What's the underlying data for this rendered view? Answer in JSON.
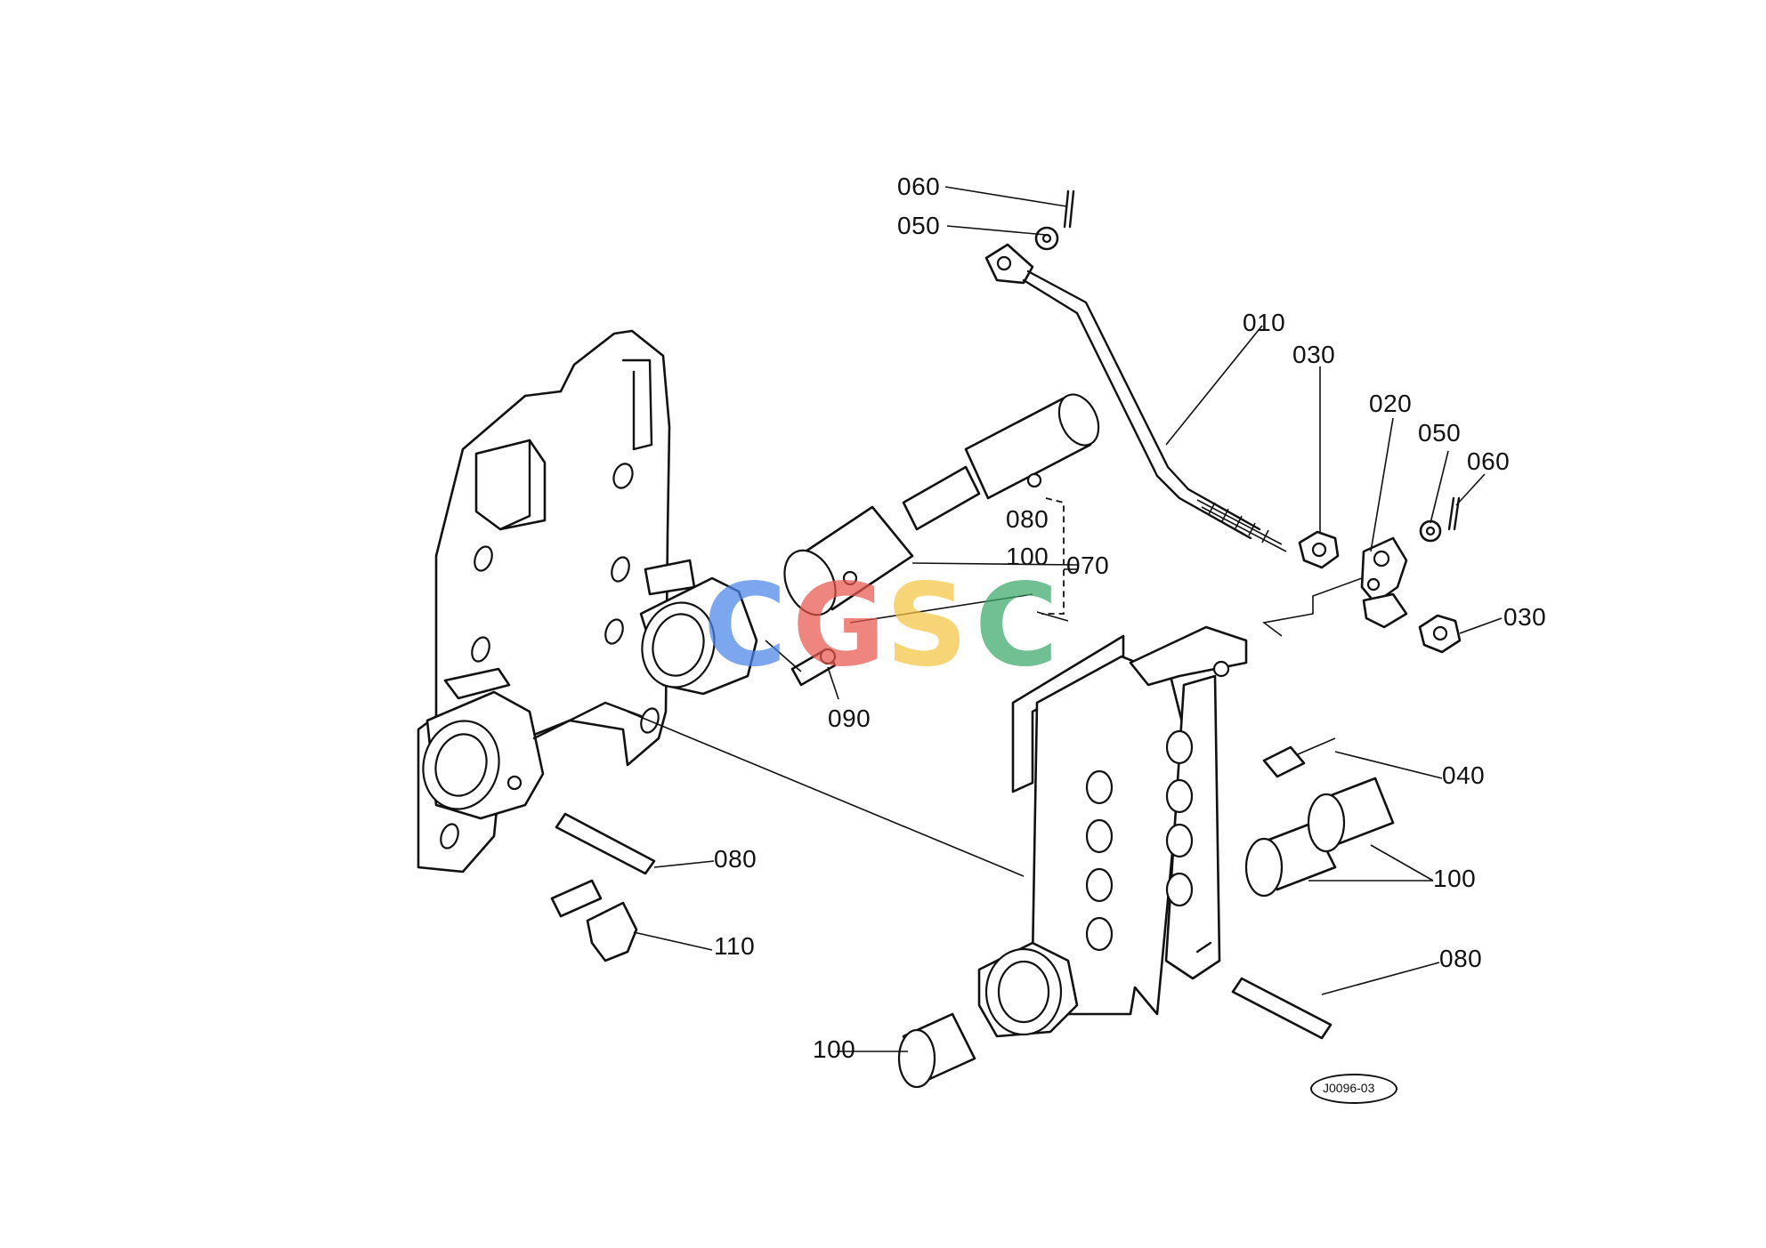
{
  "diagram": {
    "part_labels": {
      "p060_top": "060",
      "p050_top": "050",
      "p010": "010",
      "p030_top": "030",
      "p020": "020",
      "p050_right": "050",
      "p060_right": "060",
      "p030_right": "030",
      "p080_mid": "080",
      "p100_mid": "100",
      "p070": "070",
      "p090": "090",
      "p040": "040",
      "p100_right": "100",
      "p080_left": "080",
      "p110": "110",
      "p080_right": "080",
      "p100_bottom": "100"
    },
    "figure_code": "J0096-03",
    "watermark": {
      "letters": [
        "C",
        "G",
        "S",
        "C"
      ],
      "colors": [
        "#4a86e8",
        "#e8574f",
        "#f4c542",
        "#3aa86b"
      ]
    }
  }
}
